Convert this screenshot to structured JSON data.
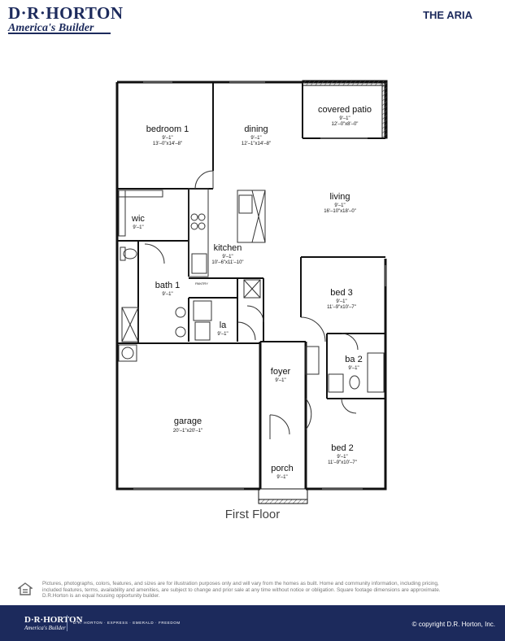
{
  "header": {
    "logo_main": "D·R·HORTON",
    "logo_tagline": "America's Builder",
    "plan_name": "THE ARIA"
  },
  "rooms": {
    "bedroom1": {
      "name": "bedroom 1",
      "ceiling": "9'–1\"",
      "size": "13'–0\"x14'–8\""
    },
    "dining": {
      "name": "dining",
      "ceiling": "9'–1\"",
      "size": "12'–1\"x14'–8\""
    },
    "patio": {
      "name": "covered patio",
      "ceiling": "9'–1\"",
      "size": "12'–0\"x8'–0\""
    },
    "living": {
      "name": "living",
      "ceiling": "9'–1\"",
      "size": "16'–10\"x18'–0\""
    },
    "wic": {
      "name": "wic",
      "ceiling": "9'–1\""
    },
    "kitchen": {
      "name": "kitchen",
      "ceiling": "9'–1\"",
      "size": "10'–6\"x11'–10\""
    },
    "pantry": {
      "name": "PANTRY"
    },
    "bath1": {
      "name": "bath 1",
      "ceiling": "9'–1\""
    },
    "la": {
      "name": "la",
      "ceiling": "9'–1\""
    },
    "bed3": {
      "name": "bed 3",
      "ceiling": "9'–1\"",
      "size": "11'–9\"x10'–7\""
    },
    "ba2": {
      "name": "ba 2",
      "ceiling": "9'–1\""
    },
    "foyer": {
      "name": "foyer",
      "ceiling": "9'–1\""
    },
    "garage": {
      "name": "garage",
      "size": "20'–1\"x20'–1\""
    },
    "bed2": {
      "name": "bed 2",
      "ceiling": "9'–1\"",
      "size": "11'–9\"x10'–7\""
    },
    "porch": {
      "name": "porch",
      "ceiling": "9'–1\""
    }
  },
  "floor_label": "First Floor",
  "disclaimer": "Pictures, photographs, colors, features, and sizes are for illustration purposes only and will vary from the homes as built. Home and community information, including pricing, included features, terms, availability and amenities, are subject to change and prior sale at any time without notice or obligation. Square footage dimensions are approximate. D.R.Horton is an equal housing opportunity builder.",
  "footer": {
    "logo_main": "D·R·HORTON",
    "logo_tagline": "America's Builder",
    "brands": "D.R. HORTON · EXPRESS · EMERALD · FREEDOM",
    "copyright": "© copyright D.R. Horton, Inc."
  },
  "colors": {
    "brand_navy": "#1c2a5c",
    "wall": "#111111"
  }
}
